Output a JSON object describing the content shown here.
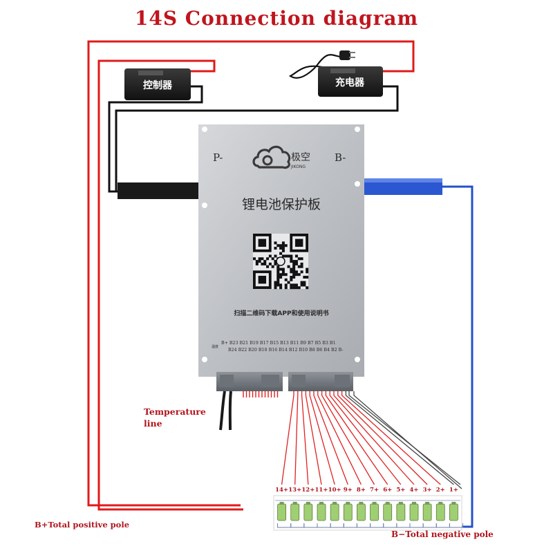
{
  "title": "14S Connection diagram",
  "controller_label": "控制器",
  "charger_label": "充电器",
  "board": {
    "left_port": "P-",
    "right_port": "B-",
    "brand_name": "极空",
    "brand_sub": "JIKONG",
    "product_name": "锂电池保护板",
    "scan_note": "扫描二维码下载APP和使用说明书",
    "pin_row_top": "B+ B23 B21 B19 B17 B15 B13 B11 B9 B7 B5 B3 B1",
    "pin_row_bottom": "B24 B22 B20 B18 B16 B14 B12 B10 B8 B6 B4 B2 B-",
    "pin_prefix": "温度"
  },
  "temperature_label": "Temperature line",
  "temperature_label_lines": [
    "Temperature",
    "line"
  ],
  "cell_labels": [
    "14+",
    "13+",
    "12+",
    "11+",
    "10+",
    "9+",
    "8+",
    "7+",
    "6+",
    "5+",
    "4+",
    "3+",
    "2+",
    "1+"
  ],
  "positive_label": "B+Total positive pole",
  "negative_label": "B−Total negative pole",
  "colors": {
    "title": "#c0151d",
    "positive_wire": "#e01a1a",
    "negative_wire": "#2450c8",
    "black_wire": "#111111",
    "balance_wire": "#e02020",
    "cell_body": "#9fcf72",
    "board": "#bfc2c6"
  }
}
